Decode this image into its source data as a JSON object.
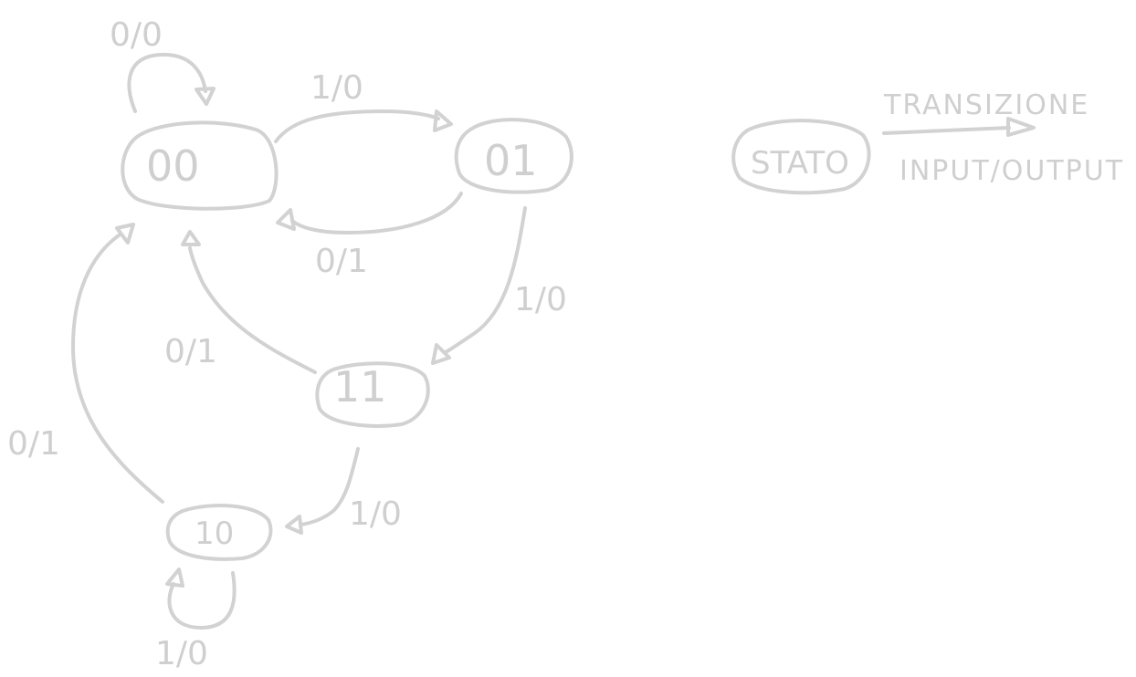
{
  "diagram": {
    "states": [
      {
        "id": "s00",
        "label": "00"
      },
      {
        "id": "s01",
        "label": "01"
      },
      {
        "id": "s11",
        "label": "11"
      },
      {
        "id": "s10",
        "label": "10"
      }
    ],
    "transitions": [
      {
        "from": "00",
        "to": "00",
        "label": "0/0"
      },
      {
        "from": "00",
        "to": "01",
        "label": "1/0"
      },
      {
        "from": "01",
        "to": "00",
        "label": "0/1"
      },
      {
        "from": "01",
        "to": "11",
        "label": "1/0"
      },
      {
        "from": "11",
        "to": "00",
        "label": "0/1"
      },
      {
        "from": "11",
        "to": "10",
        "label": "1/0"
      },
      {
        "from": "10",
        "to": "00",
        "label": "0/1"
      },
      {
        "from": "10",
        "to": "10",
        "label": "1/0"
      }
    ],
    "legend": {
      "state": "STATO",
      "transition": "TRANSIZIONE",
      "io": "INPUT/OUTPUT"
    }
  },
  "colors": {
    "ink": "#d2d2d2",
    "background": "#ffffff"
  }
}
